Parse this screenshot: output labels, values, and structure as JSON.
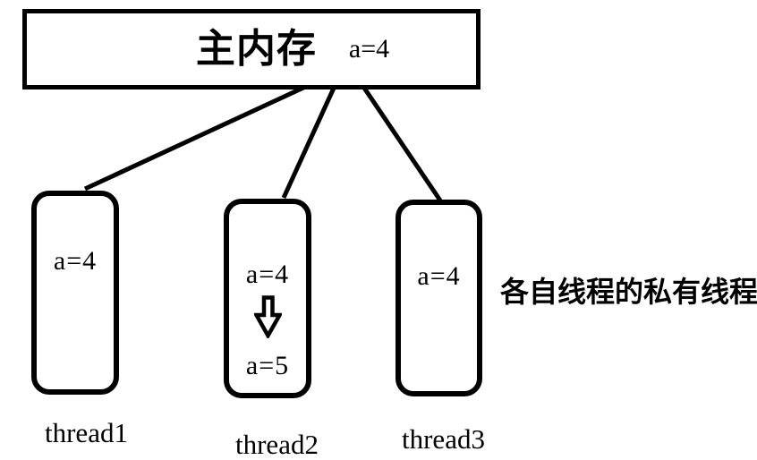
{
  "main_memory": {
    "title": "主内存",
    "value": "a=4"
  },
  "threads": [
    {
      "label": "thread1",
      "value": "a=4"
    },
    {
      "label": "thread2",
      "value_before": "a=4",
      "value_after": "a=5"
    },
    {
      "label": "thread3",
      "value": "a=4"
    }
  ],
  "side_note": "各自线程的私有线程",
  "colors": {
    "ink": "#000000",
    "background": "#ffffff"
  }
}
